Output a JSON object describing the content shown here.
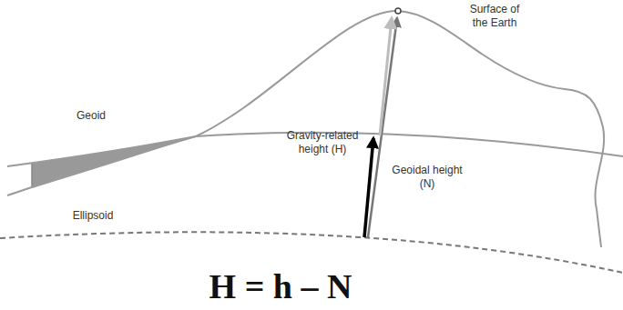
{
  "diagram": {
    "caption": "H = h – N",
    "labels": [
      "Surface of the Earth",
      "Geoid",
      "Gravity-related height (H)",
      "Geoidal height (N)",
      "Ellipsoid"
    ]
  }
}
